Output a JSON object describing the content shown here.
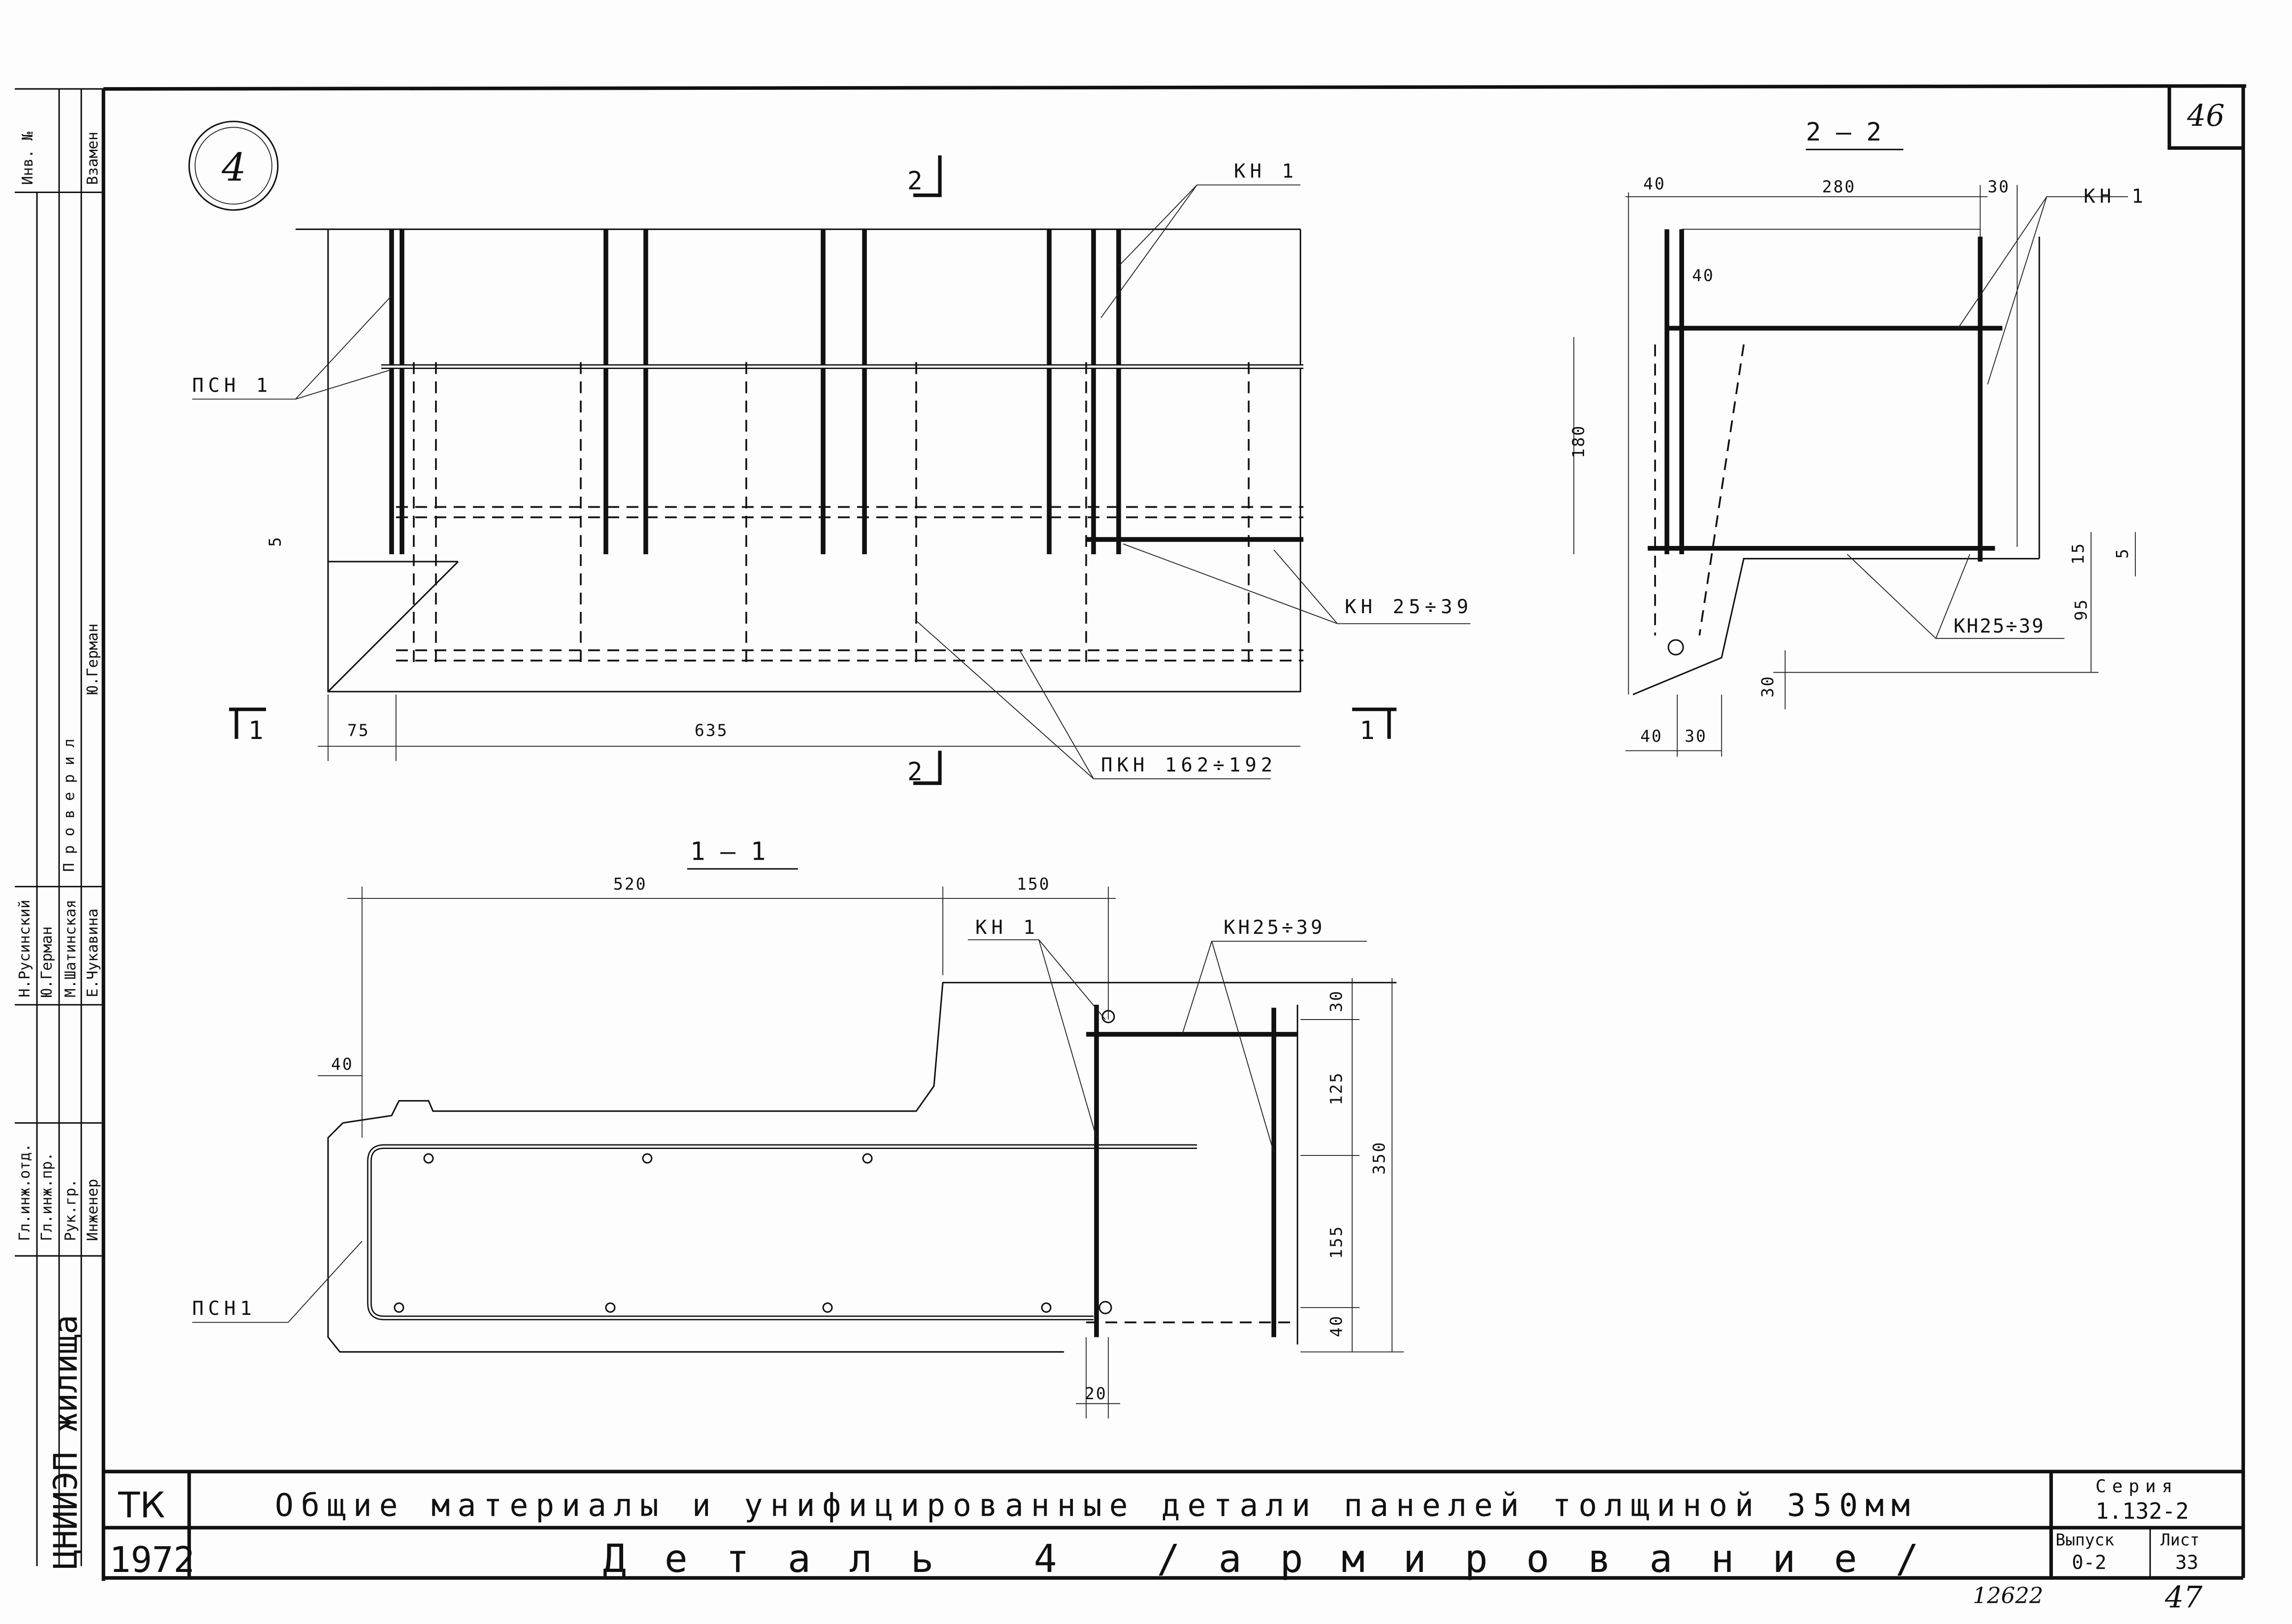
{
  "sheet_number_top": "46",
  "detail_number": "4",
  "page_number_hand": "47",
  "inventory_hand": "12622",
  "left_strip": {
    "replaces_label": "Взамен",
    "inventory_label": "Инв. №",
    "checked_label": "Проверил",
    "checked_name": "Ю.Герман",
    "organization": "ЦНИИЭП жилища",
    "roles": [
      "Гл.инж.отд.",
      "Гл.инж.пр.",
      "Рук.гр.",
      "Инженер"
    ],
    "names": [
      "Н.Русинский",
      "Ю.Герман",
      "М.Шатинская",
      "Е.Чукавина"
    ]
  },
  "plan_view": {
    "labels": {
      "psn": "ПСН 1",
      "kn1": "КН 1",
      "kn25": "КН 25÷39",
      "pkn": "ПКН 162÷192"
    },
    "dims": {
      "d75": "75",
      "d635": "635",
      "d5": "5"
    },
    "section_marks": {
      "s2": "2",
      "s1": "1"
    }
  },
  "section_2_2": {
    "title": "2 — 2",
    "dims": {
      "d40a": "40",
      "d280": "280",
      "d30a": "30",
      "d40b": "40",
      "d180": "180",
      "d15": "15",
      "d5": "5",
      "d95": "95",
      "d30b": "30",
      "d40c": "40",
      "d30c": "30"
    },
    "labels": {
      "kn1": "КН 1",
      "kn25": "КН25÷39"
    }
  },
  "section_1_1": {
    "title": "1 — 1",
    "dims": {
      "d520": "520",
      "d150": "150",
      "d40": "40",
      "d30": "30",
      "d125": "125",
      "d155": "155",
      "d40b": "40",
      "d350": "350",
      "d20": "20"
    },
    "labels": {
      "kn1": "КН 1",
      "kn25": "КН25÷39",
      "psn": "ПСН1"
    }
  },
  "title_block": {
    "code": "ТК",
    "year": "1972",
    "title": "Общие материалы и унифицированные детали панелей толщиной 350мм",
    "subtitle": "Деталь 4 /армирование/",
    "series_label": "Серия",
    "series_value": "1.132-2",
    "issue_label": "Выпуск",
    "issue_value": "0-2",
    "sheet_label": "Лист",
    "sheet_value": "33"
  }
}
